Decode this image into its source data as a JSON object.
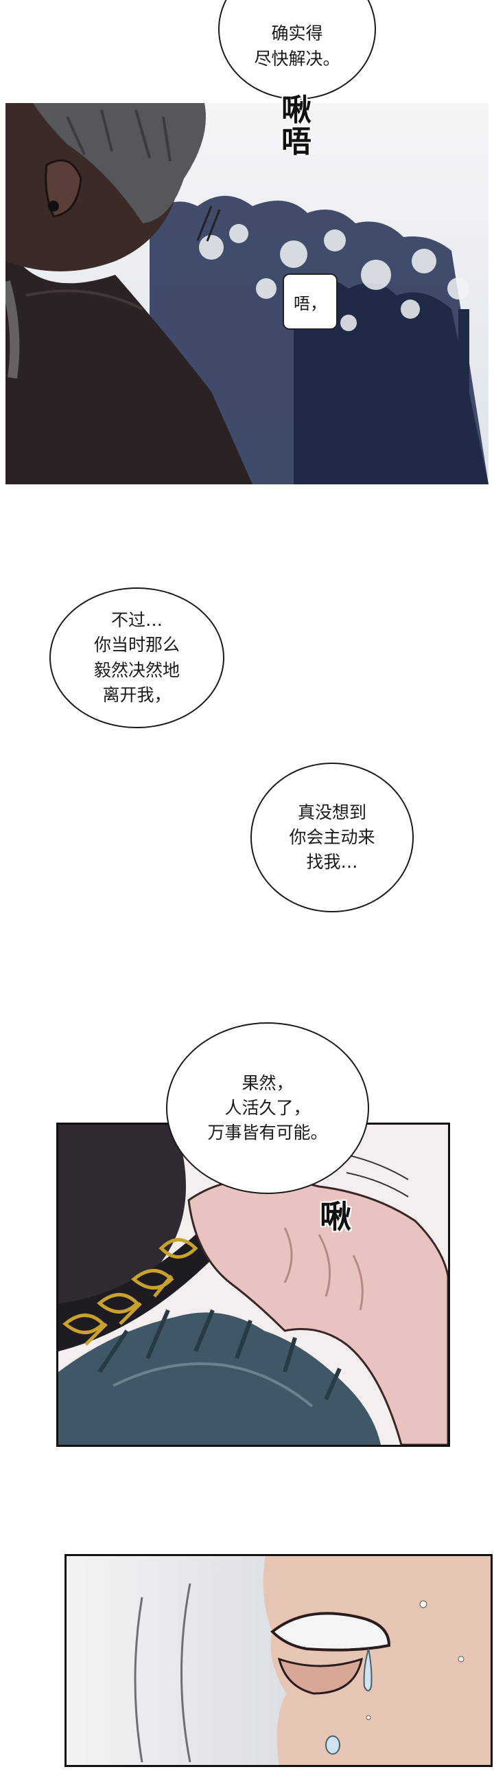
{
  "bubbles": {
    "b1": "确实得\n尽快解决。",
    "b2": "唔，",
    "b3": "不过…\n你当时那么\n毅然决然地\n离开我，",
    "b4": "真没想到\n你会主动来\n找我…",
    "b5": "果然，\n人活久了，\n万事皆有可能。"
  },
  "sfx": {
    "s1": "啾\n唔",
    "s2": "啾"
  },
  "colors": {
    "panel_dark": "#2a2223",
    "sky": "#e9ecf0",
    "tree_blue": "#2d3a5c",
    "hair_gray": "#55575a",
    "hair_blue": "#3f5767",
    "gold": "#c9a22c",
    "skin": "#e8c3bf"
  }
}
